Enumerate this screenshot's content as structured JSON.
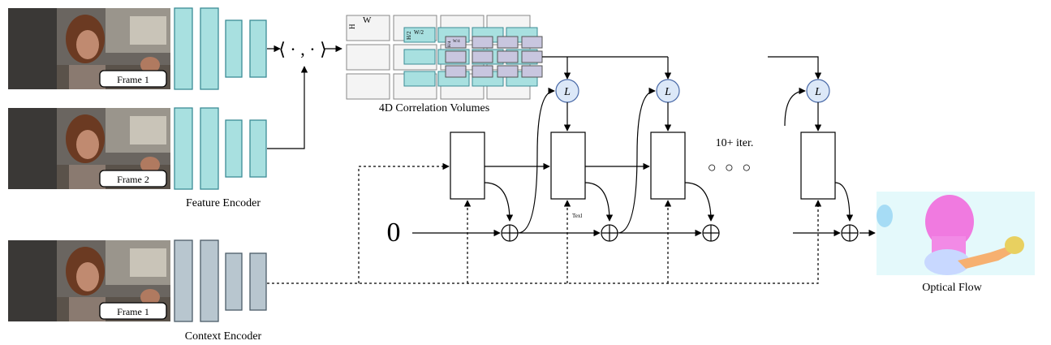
{
  "frames": [
    {
      "label": "Frame 1"
    },
    {
      "label": "Frame 2"
    },
    {
      "label": "Frame 1"
    }
  ],
  "feature_encoder": {
    "label": "Feature Encoder",
    "color": "#a8e0e0"
  },
  "context_encoder": {
    "label": "Context Encoder",
    "color": "#b8c6cf"
  },
  "inner_product": {
    "symbol": "⟨ · , · ⟩"
  },
  "correlation": {
    "label": "4D Correlation Volumes",
    "level1": {
      "w": "W",
      "h": "H"
    },
    "level2": {
      "w": "W/2",
      "h": "H/2"
    },
    "level3": {
      "w": "W/4",
      "h": "H/4"
    },
    "color_teal": "#a8e0e0",
    "color_purple": "#c8c6df"
  },
  "lookup": {
    "symbol": "L",
    "color": "#dce8f8"
  },
  "update": {
    "initial_flow": "0",
    "iterations_label": "10+ iter.",
    "ellipsis": "○ ○ ○",
    "small_note": "Texl"
  },
  "output": {
    "label": "Optical Flow"
  }
}
